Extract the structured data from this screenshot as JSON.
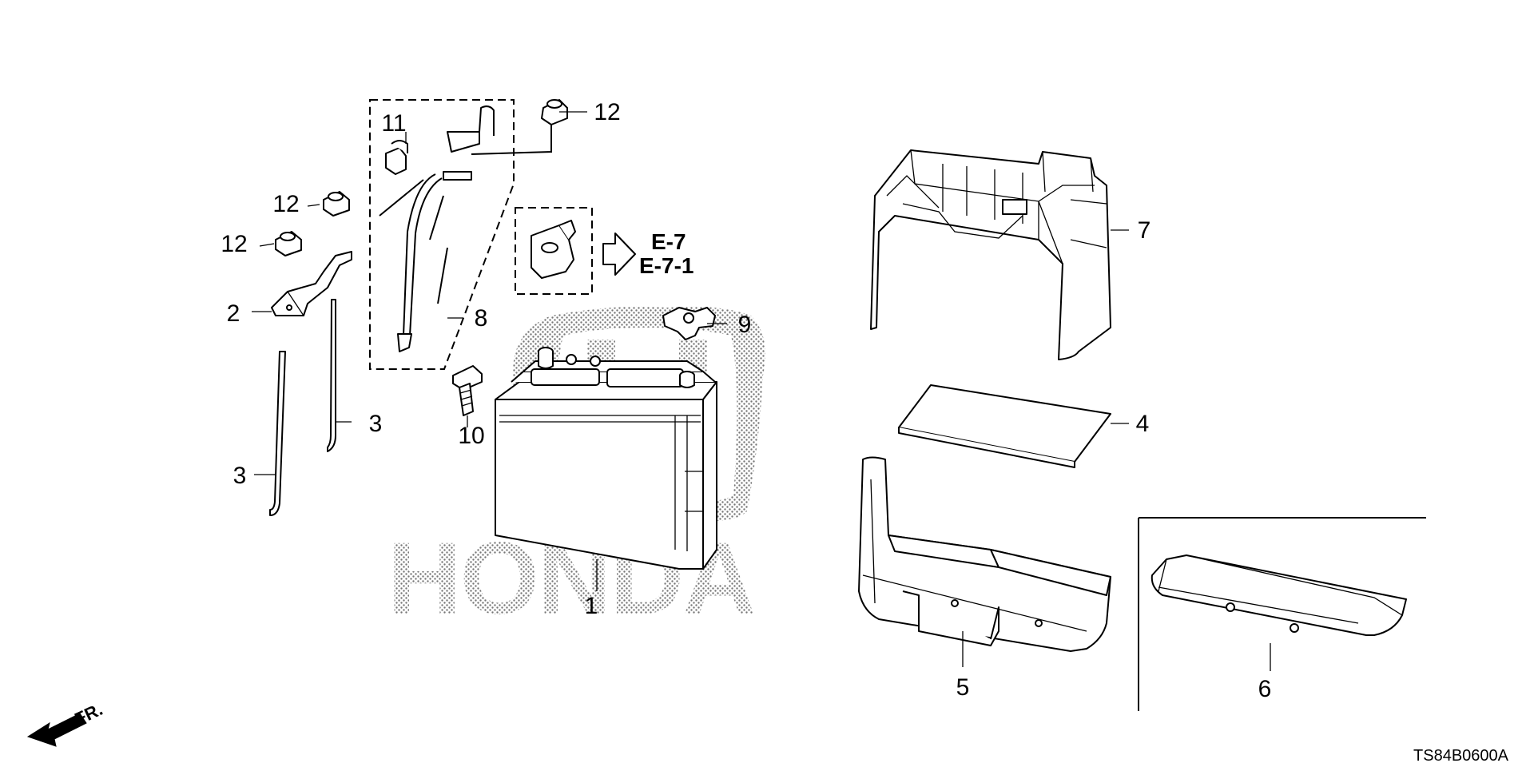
{
  "callouts": {
    "c1": "1",
    "c2": "2",
    "c3a": "3",
    "c3b": "3",
    "c4": "4",
    "c5": "5",
    "c6": "6",
    "c7": "7",
    "c8": "8",
    "c9": "9",
    "c10": "10",
    "c11": "11",
    "c12a": "12",
    "c12b": "12",
    "c12c": "12"
  },
  "references": {
    "ref1": "E-7",
    "ref2": "E-7-1"
  },
  "watermark": {
    "text": "HONDA"
  },
  "front_indicator": {
    "label": "FR."
  },
  "diagram_code": "TS84B0600A"
}
